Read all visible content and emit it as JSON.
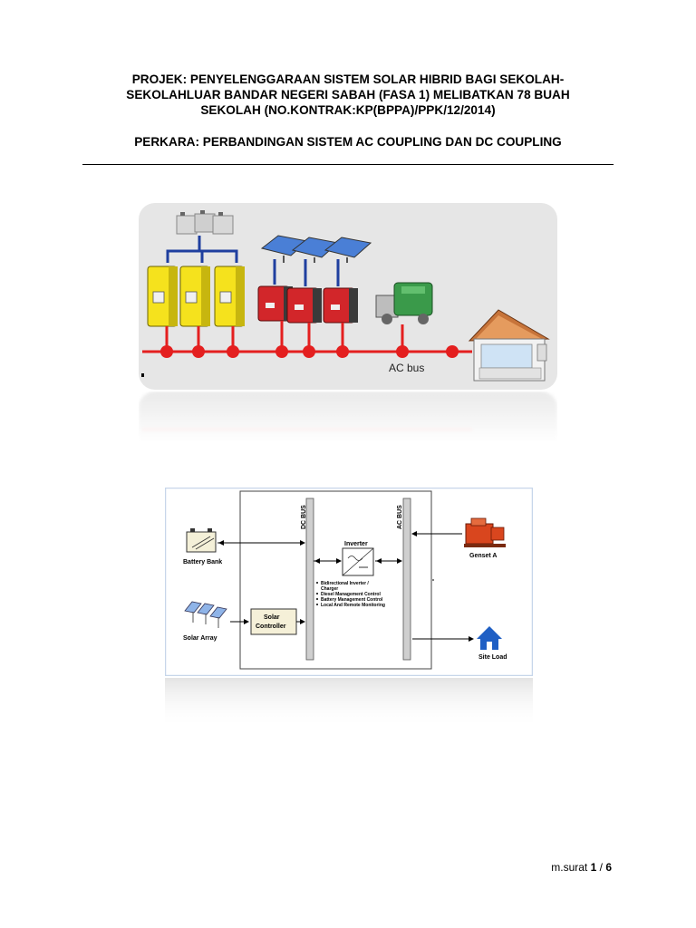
{
  "document": {
    "title_lines": [
      "PROJEK: PENYELENGGARAAN SISTEM SOLAR HIBRID BAGI SEKOLAH-",
      "SEKOLAHLUAR BANDAR NEGERI SABAH (FASA 1) MELIBATKAN 78 BUAH",
      "SEKOLAH (NO.KONTRAK:KP(BPPA)/PPK/12/2014)"
    ],
    "subject": "PERKARA: PERBANDINGAN SISTEM AC COUPLING DAN DC COUPLING"
  },
  "ac_coupling_diagram": {
    "bus_label": "AC bus",
    "colors": {
      "bus": "#e41f1f",
      "dc_link": "#1f3f9f",
      "pv_inverter": "#f5e21d",
      "battery_inverter": "#d2262a",
      "genset": "#3a9a4a",
      "panel_bg": "#e6e6e6"
    }
  },
  "dc_coupling_diagram": {
    "dc_bus_label": "DC BUS",
    "ac_bus_label": "AC BUS",
    "inverter_label": "Inverter",
    "inverter_features": [
      "Bidirectional Inverter /",
      "Charger",
      "Diesel Management Control",
      "Battery Management Control",
      "Local And Remote Monitoring"
    ],
    "battery_label": "Battery Bank",
    "solar_array_label": "Solar Array",
    "solar_controller_label": [
      "Solar",
      "Controller"
    ],
    "genset_label": "Genset A",
    "site_load_label": "Site Load"
  },
  "footer": {
    "author": "m.surat",
    "page": "1",
    "separator": "/",
    "total": "6"
  }
}
